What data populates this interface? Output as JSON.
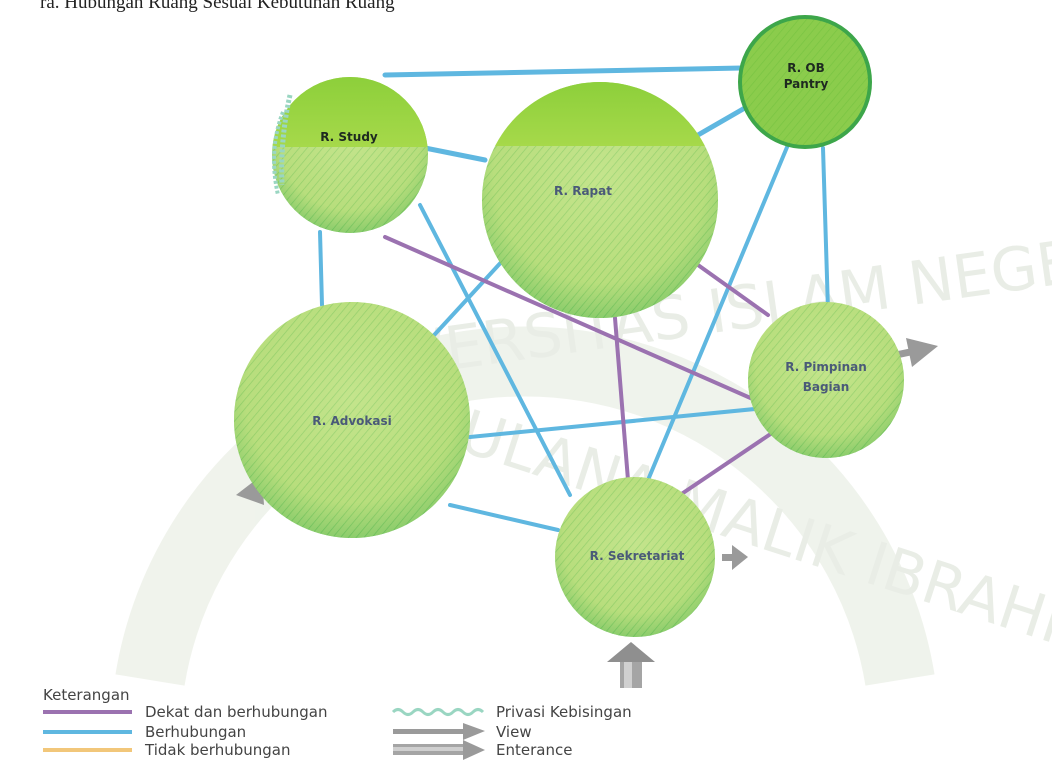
{
  "top_caption": "ra. Hubungan Ruang Sesuai Kebutuhan Ruang",
  "watermark": {
    "arc_text": "UNIVERSITAS ISLAM NEGERI",
    "inner_text": "MAULANA MALIK IBRAHIM"
  },
  "nodes": [
    {
      "id": "study",
      "label_lines": [
        "R. Study"
      ]
    },
    {
      "id": "rapat",
      "label_lines": [
        "R. Rapat"
      ]
    },
    {
      "id": "ob",
      "label_lines": [
        "R. OB",
        "Pantry"
      ]
    },
    {
      "id": "advokasi",
      "label_lines": [
        "R. Advokasi"
      ]
    },
    {
      "id": "pimpinan",
      "label_lines": [
        "R. Pimpinan",
        "Bagian"
      ]
    },
    {
      "id": "sekretariat",
      "label_lines": [
        "R. Sekretariat"
      ]
    }
  ],
  "legend": {
    "title": "Keterangan",
    "items": [
      {
        "label": "Dekat dan berhubungan",
        "color": "#9b72b0"
      },
      {
        "label": "Berhubungan",
        "color": "#5fb7e0"
      },
      {
        "label": "Tidak berhubungan",
        "color": "#f2c77a"
      },
      {
        "label": "Privasi Kebisingan",
        "color": "#9ad6c2"
      },
      {
        "label": "View",
        "color": "#9a9a9a"
      },
      {
        "label": "Enterance",
        "color": "#9a9a9a"
      }
    ]
  },
  "colors": {
    "purple": "#9b72b0",
    "blue": "#5fb7e0",
    "node_fill": "#b7dd7a",
    "node_edge": "#4cae4c",
    "arrow": "#9a9a9a"
  }
}
